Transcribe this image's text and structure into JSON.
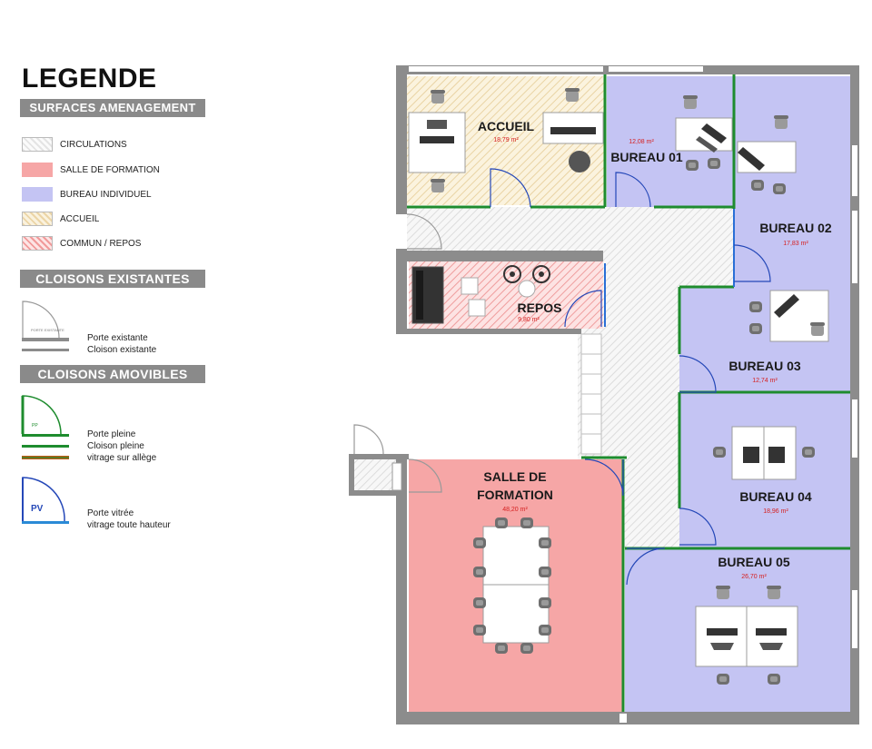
{
  "legend": {
    "title": "LEGENDE",
    "surfaces_title": "SURFACES AMENAGEMENT",
    "surfaces": [
      {
        "label": "CIRCULATIONS",
        "color": "#e6e6e6"
      },
      {
        "label": "SALLE DE FORMATION",
        "color": "#f6a6a6"
      },
      {
        "label": "BUREAU INDIVIDUEL",
        "color": "#c4c4f3"
      },
      {
        "label": "ACCUEIL",
        "color": "#ecd5a6"
      },
      {
        "label": "COMMUN / REPOS",
        "color": "#f19a9a"
      }
    ],
    "existing_title": "CLOISONS EXISTANTES",
    "existing_items": [
      "Porte existante",
      "Cloison existante"
    ],
    "existing_door_tag": "PORTE EXISTANTE",
    "movable_title": "CLOISONS AMOVIBLES",
    "movable_items": [
      "Porte pleine",
      "Cloison pleine",
      "vitrage sur allège"
    ],
    "full_door_tag": "PP",
    "glazed_door_tag": "PV",
    "glazed_items": [
      "Porte vitrée",
      "vitrage toute hauteur"
    ]
  },
  "rooms": {
    "accueil": {
      "label": "ACCUEIL",
      "area": "18,79 m²"
    },
    "bureau01": {
      "label": "BUREAU 01",
      "area": "12,08 m²"
    },
    "bureau02": {
      "label": "BUREAU 02",
      "area": "17,83 m²"
    },
    "repos": {
      "label": "REPOS",
      "area": "9,80 m²"
    },
    "bureau03": {
      "label": "BUREAU 03",
      "area": "12,74 m²"
    },
    "formation": {
      "label_line1": "SALLE DE",
      "label_line2": "FORMATION",
      "area": "48,20 m²"
    },
    "bureau04": {
      "label": "BUREAU 04",
      "area": "18,96 m²"
    },
    "bureau05": {
      "label": "BUREAU 05",
      "area": "26,70 m²"
    }
  },
  "colors": {
    "wall": "#8c8c8c",
    "partition": "#1e8c2e",
    "office": "#c4c4f3",
    "training": "#f6a6a6",
    "reception": "#ecd5a6",
    "rest": "#f19a9a",
    "circulation": "#e6e6e6",
    "area_text": "#d62020"
  }
}
